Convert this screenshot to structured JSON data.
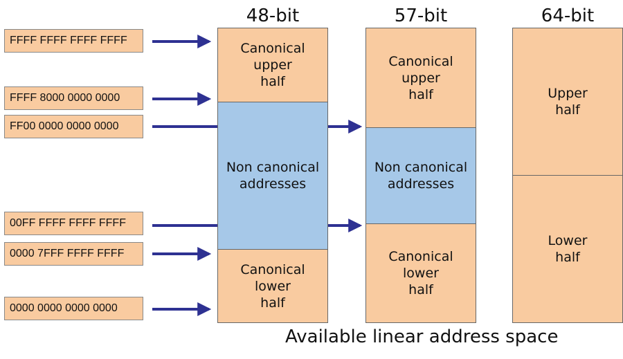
{
  "address_labels": [
    "FFFF FFFF FFFF FFFF",
    "FFFF 8000 0000 0000",
    "FF00 0000 0000 0000",
    "00FF FFFF FFFF FFFF",
    "0000 7FFF FFFF FFFF",
    "0000 0000 0000 0000"
  ],
  "columns": [
    {
      "title": "48-bit",
      "regions": [
        {
          "label": "Canonical\nupper\nhalf",
          "kind": "canonical"
        },
        {
          "label": "Non canonical\naddresses",
          "kind": "non-canonical"
        },
        {
          "label": "Canonical\nlower\nhalf",
          "kind": "canonical"
        }
      ]
    },
    {
      "title": "57-bit",
      "regions": [
        {
          "label": "Canonical\nupper\nhalf",
          "kind": "canonical"
        },
        {
          "label": "Non canonical\naddresses",
          "kind": "non-canonical"
        },
        {
          "label": "Canonical\nlower\nhalf",
          "kind": "canonical"
        }
      ]
    },
    {
      "title": "64-bit",
      "regions": [
        {
          "label": "Upper\nhalf",
          "kind": "canonical"
        },
        {
          "label": "Lower\nhalf",
          "kind": "canonical"
        }
      ]
    }
  ],
  "footer": "Available linear address space",
  "colors": {
    "canonical": "#f9cba0",
    "non_canonical": "#a6c8e8",
    "arrow": "#2e3192"
  }
}
